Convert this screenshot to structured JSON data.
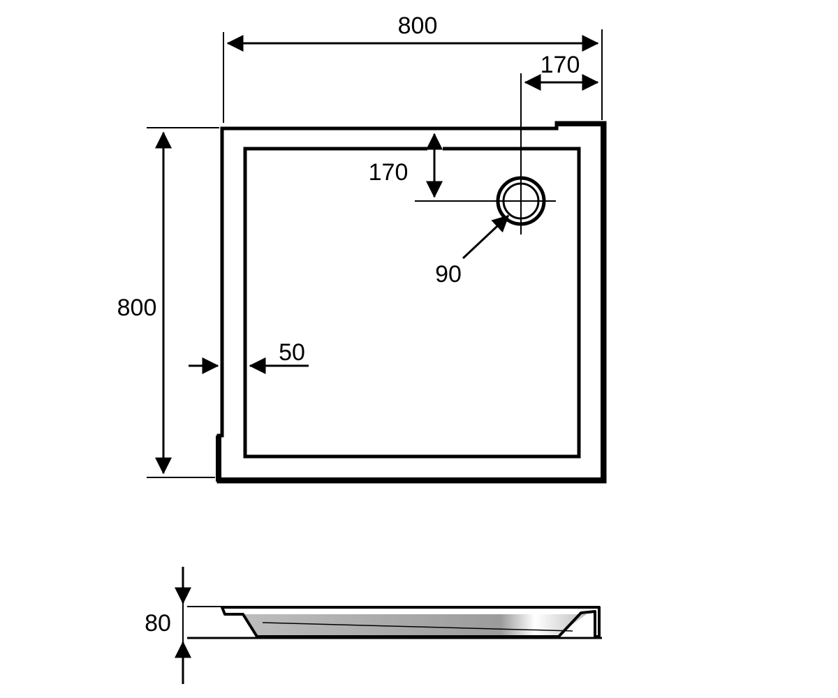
{
  "plan_view": {
    "width_label": "800",
    "depth_label": "800",
    "drain_offset_x_label": "170",
    "drain_offset_y_label": "170",
    "drain_diameter_label": "90",
    "rim_width_label": "50"
  },
  "side_view": {
    "height_label": "80"
  },
  "colors": {
    "line": "#000000",
    "background": "#ffffff",
    "basin_shade": "#a6a6a6"
  }
}
